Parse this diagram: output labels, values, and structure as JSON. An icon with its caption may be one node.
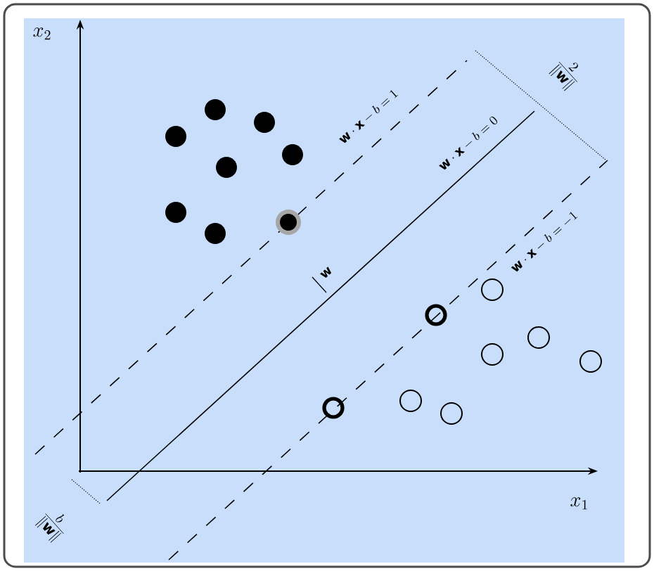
{
  "diagram": {
    "labels": [
      "x_{2}",
      "\\mathbf{w}\\cdot\\mathbf{x}-b=1",
      "\\frac{2}{\\|\\mathbf{w}\\|}",
      "\\mathbf{w}\\cdot\\mathbf{x}-b=0",
      "\\mathbf{w}\\cdot\\mathbf{x}-b=-1",
      "\\mathbf{w}",
      "\\frac{b}{\\|\\mathbf{w}\\|}",
      "x_{1}"
    ]
  }
}
